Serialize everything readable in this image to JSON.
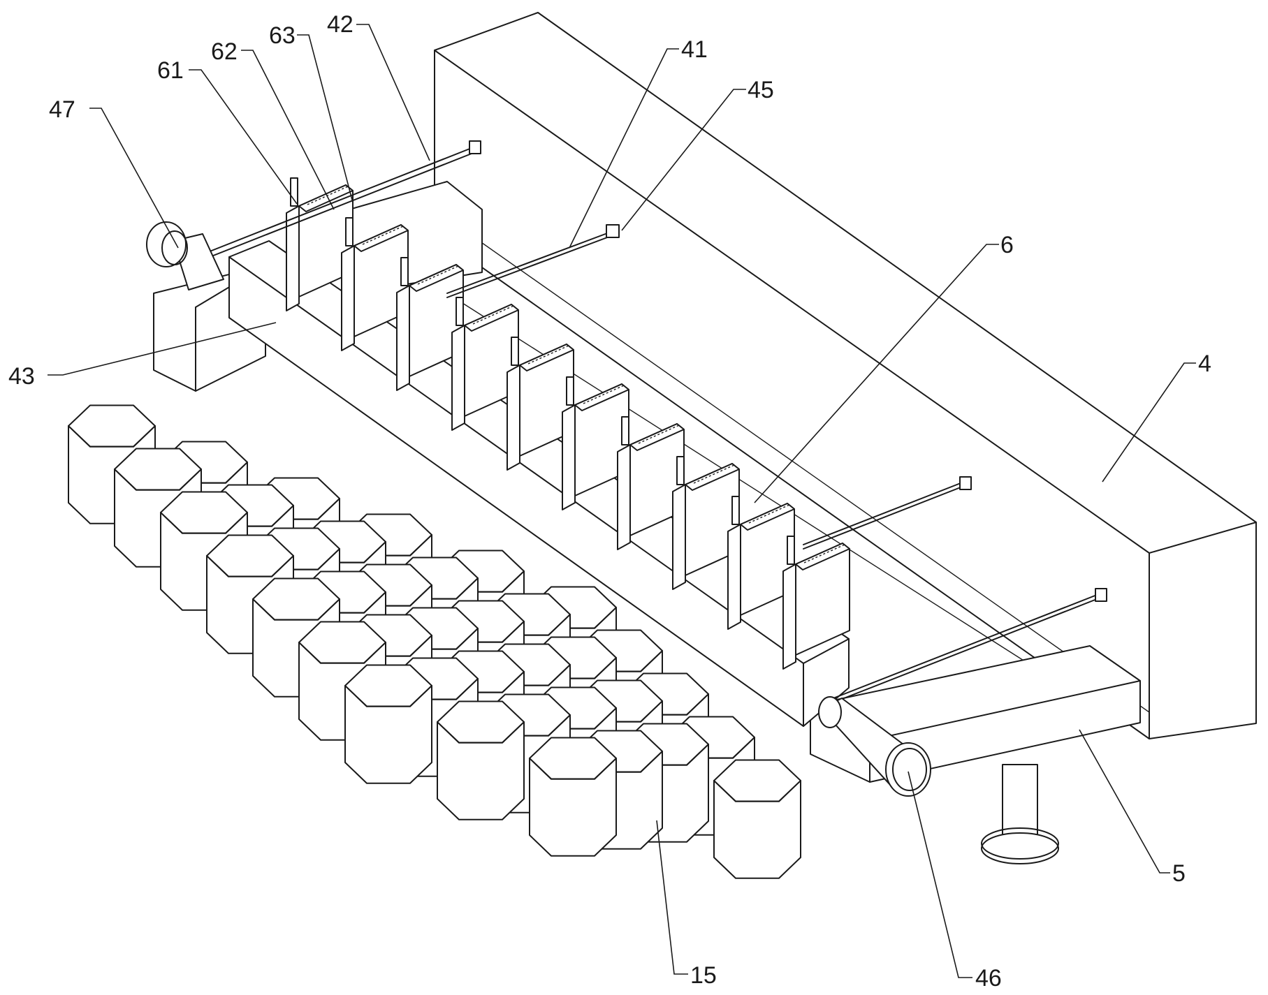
{
  "labels": {
    "l4": "4",
    "l5": "5",
    "l6": "6",
    "l15": "15",
    "l41": "41",
    "l42": "42",
    "l43": "43",
    "l45": "45",
    "l46": "46",
    "l47": "47",
    "l61": "61",
    "l62": "62",
    "l63": "63"
  }
}
